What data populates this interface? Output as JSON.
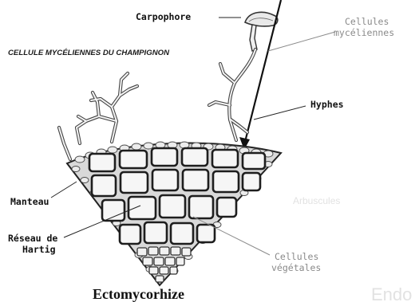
{
  "labels": {
    "carpophore": "Carpophore",
    "cellules_myceliennes_line1": "Cellules",
    "cellules_myceliennes_line2": "mycéliennes",
    "cellule_champignon": "CELLULE MYCÉLIENNES DU CHAMPIGNON",
    "hyphes": "Hyphes",
    "manteau": "Manteau",
    "reseau_line1": "Réseau de",
    "reseau_line2": "Hartig",
    "cellules_vegetales_line1": "Cellules",
    "cellules_vegetales_line2": "végétales",
    "arbuscules": "Arbuscules",
    "endo": "Endo"
  },
  "title": "Ectomycorhize",
  "colors": {
    "ink": "#111111",
    "faded_text": "#8a8a8a",
    "ghost_text": "#e2e2e2",
    "cell_fill": "#f6f6f6"
  }
}
